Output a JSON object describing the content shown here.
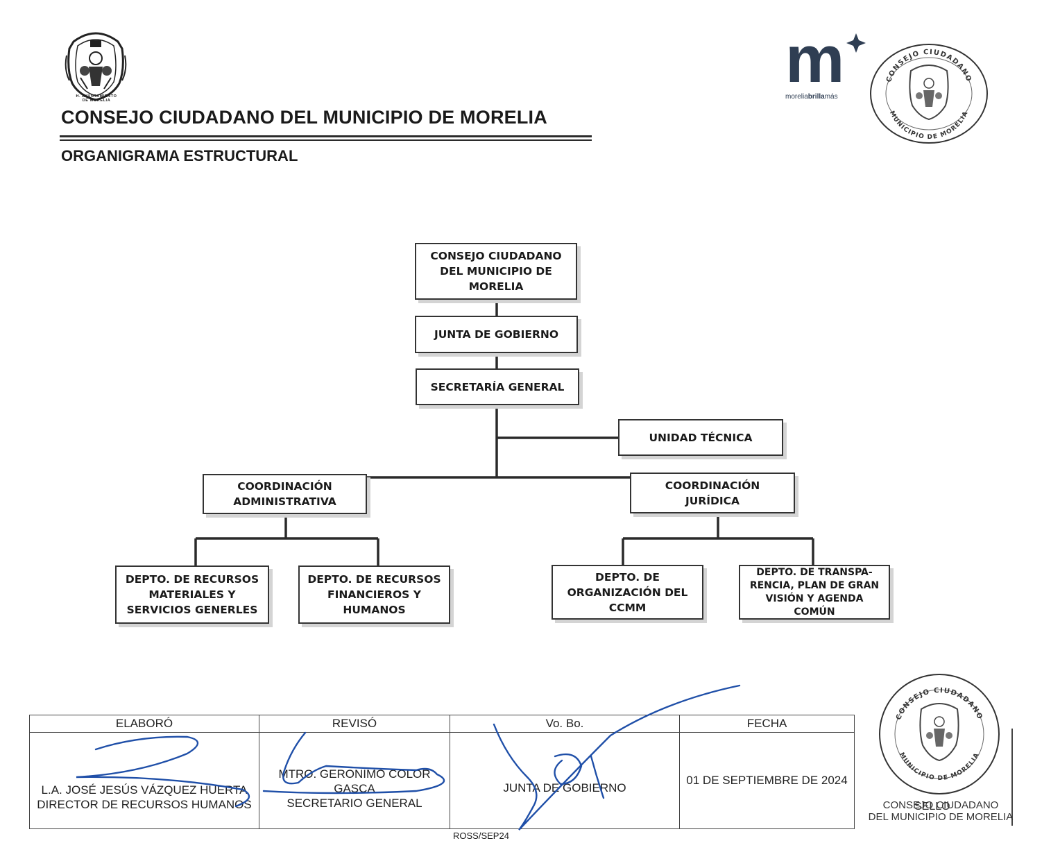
{
  "header": {
    "crest_caption_line1": "H. AYUNTAMIENTO",
    "crest_caption_line2": "DE MORELIA",
    "title": "CONSEJO CIUDADANO DEL MUNICIPIO DE MORELIA",
    "subtitle": "ORGANIGRAMA ESTRUCTURAL",
    "brand_letter": "m",
    "brand_tagline_a": "morelia",
    "brand_tagline_b": "brilla",
    "brand_tagline_c": "más",
    "seal_top_text": "CONSEJO CIUDADANO",
    "seal_bottom_text": "MUNICIPIO DE MORELIA"
  },
  "org_chart": {
    "consejo": "CONSEJO CIUDADANO\nDEL MUNICIPIO DE\nMORELIA",
    "junta": "JUNTA DE GOBIERNO",
    "secretaria": "SECRETARÍA GENERAL",
    "unidad_tecnica": "UNIDAD TÉCNICA",
    "coord_admin": "COORDINACIÓN\nADMINISTRATIVA",
    "coord_juridica": "COORDINACIÓN\nJURÍDICA",
    "depto_materiales": "DEPTO. DE RECURSOS\nMATERIALES Y\nSERVICIOS GENERLES",
    "depto_financieros": "DEPTO. DE RECURSOS\nFINANCIEROS Y\nHUMANOS",
    "depto_organizacion": "DEPTO. DE\nORGANIZACIÓN DEL\nCCMM",
    "depto_transparencia": "DEPTO. DE TRANSPA-\nRENCIA, PLAN DE GRAN\nVISIÓN Y AGENDA COMÚN"
  },
  "signatures": {
    "headers": [
      "ELABORÓ",
      "REVISÓ",
      "Vo. Bo.",
      "FECHA"
    ],
    "elaboro_name": "L.A. JOSÉ JESÚS VÁZQUEZ HUERTA",
    "elaboro_role": "DIRECTOR DE RECURSOS HUMANOS",
    "reviso_name": "MTRO. GERONIMO COLOR GASCA",
    "reviso_role": "SECRETARIO GENERAL",
    "vobo_name": "JUNTA DE GOBIERNO",
    "fecha": "01 DE SEPTIEMBRE DE 2024"
  },
  "seal": {
    "label": "SELLO",
    "org_line1": "CONSEJO CIUDADANO",
    "org_line2": "DEL MUNICIPIO DE MORELIA"
  },
  "footer": {
    "code": "ROSS/SEP24"
  },
  "colors": {
    "ink": "#1a1a1a",
    "brand": "#2f3e53",
    "signature_blue": "#1f4fa8"
  }
}
